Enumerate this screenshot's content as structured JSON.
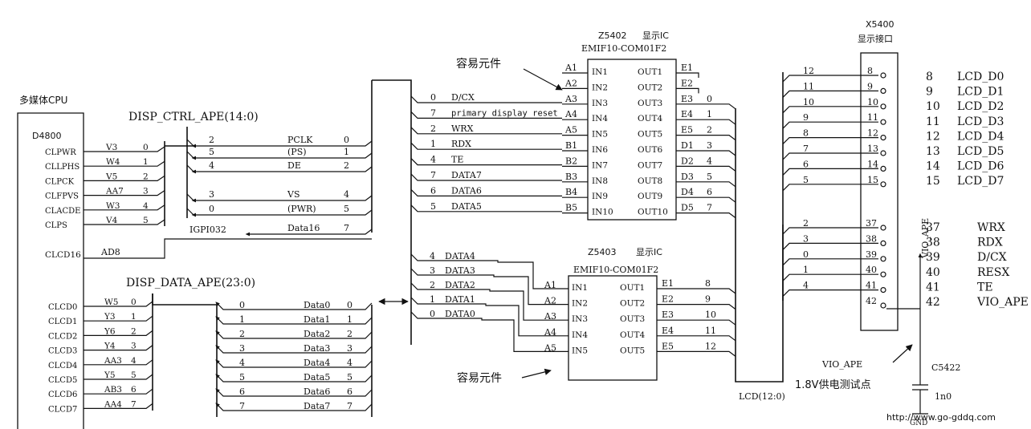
{
  "cpu": {
    "title": "多媒体CPU",
    "ref": "D4800",
    "ctrl_pins": [
      "CLPWR",
      "CLLPHS",
      "CLPCK",
      "CLFPVS",
      "CLACDE",
      "CLPS"
    ],
    "clcd16": "CLCD16",
    "data_pins": [
      "CLCD0",
      "CLCD1",
      "CLCD2",
      "CLCD3",
      "CLCD4",
      "CLCD5",
      "CLCD6",
      "CLCD7"
    ],
    "ctrl_balls": [
      "V3",
      "W4",
      "V5",
      "AA7",
      "W3",
      "V4"
    ],
    "ctrl_idx": [
      "0",
      "1",
      "2",
      "3",
      "4",
      "5"
    ],
    "ad8": "AD8",
    "data_balls": [
      "W5",
      "Y3",
      "Y6",
      "Y4",
      "AA3",
      "Y5",
      "AB3",
      "AA4"
    ],
    "data_idx": [
      "0",
      "1",
      "2",
      "3",
      "4",
      "5",
      "6",
      "7"
    ]
  },
  "ctrl_bus": {
    "name": "DISP_CTRL_APE(14:0)",
    "left_idx": [
      "2",
      "5",
      "4",
      "3",
      "0"
    ],
    "signals": [
      "PCLK",
      "(PS)",
      "DE",
      "VS",
      "(PWR)",
      "Data16"
    ],
    "right_idx": [
      "0",
      "1",
      "2",
      "4",
      "5",
      "7"
    ],
    "gpio": "IGPI032"
  },
  "data_bus": {
    "name": "DISP_DATA_APE(23:0)",
    "left_idx": [
      "0",
      "1",
      "2",
      "3",
      "4",
      "5",
      "6",
      "7"
    ],
    "signals": [
      "Data0",
      "Data1",
      "Data2",
      "Data3",
      "Data4",
      "Data5",
      "Data6",
      "Data7"
    ],
    "right_idx": [
      "0",
      "1",
      "2",
      "3",
      "4",
      "5",
      "6",
      "7"
    ]
  },
  "z5402": {
    "ref": "Z5402",
    "desc": "显示IC",
    "part": "EMIF10-COM01F2",
    "annot": "容易元件",
    "balls_in": [
      "A1",
      "A2",
      "A3",
      "A4",
      "A5",
      "B1",
      "B2",
      "B3",
      "B4",
      "B5"
    ],
    "ins": [
      "IN1",
      "IN2",
      "IN3",
      "IN4",
      "IN5",
      "IN6",
      "IN7",
      "IN8",
      "IN9",
      "IN10"
    ],
    "outs": [
      "OUT1",
      "OUT2",
      "OUT3",
      "OUT4",
      "OUT5",
      "OUT6",
      "OUT7",
      "OUT8",
      "OUT9",
      "OUT10"
    ],
    "balls_out": [
      "E1",
      "E2",
      "E3",
      "E4",
      "E5",
      "D1",
      "D2",
      "D3",
      "D4",
      "D5"
    ],
    "out_nums": [
      "0",
      "1",
      "2",
      "3",
      "4",
      "5",
      "6",
      "7"
    ],
    "net_idx": [
      "0",
      "7",
      "2",
      "1",
      "4",
      "7",
      "6",
      "5"
    ],
    "net_names": [
      "D/CX",
      "primary display reset",
      "WRX",
      "RDX",
      "TE",
      "DATA7",
      "DATA6",
      "DATA5"
    ]
  },
  "z5403": {
    "ref": "Z5403",
    "desc": "显示IC",
    "part": "EMIF10-COM01F2",
    "annot": "容易元件",
    "net_idx": [
      "4",
      "3",
      "2",
      "1",
      "0"
    ],
    "net_names": [
      "DATA4",
      "DATA3",
      "DATA2",
      "DATA1",
      "DATA0"
    ],
    "balls_in": [
      "A1",
      "A2",
      "A3",
      "A4",
      "A5"
    ],
    "ins": [
      "IN1",
      "IN2",
      "IN3",
      "IN4",
      "IN5"
    ],
    "outs": [
      "OUT1",
      "OUT2",
      "OUT3",
      "OUT4",
      "OUT5"
    ],
    "balls_out": [
      "E1",
      "E2",
      "E3",
      "E4",
      "E5"
    ],
    "out_nums": [
      "8",
      "9",
      "10",
      "11",
      "12"
    ]
  },
  "lcd_bus": "LCD(12:0)",
  "connector": {
    "ref": "X5400",
    "desc": "显示接口",
    "bus_idx_top": [
      "12",
      "11",
      "10",
      "9",
      "8",
      "7",
      "6",
      "5"
    ],
    "pins_top": [
      "8",
      "9",
      "10",
      "11",
      "12",
      "13",
      "14",
      "15"
    ],
    "bus_idx_bottom": [
      "2",
      "3",
      "0",
      "1",
      "4"
    ],
    "pins_bottom": [
      "37",
      "38",
      "39",
      "40",
      "41",
      "42"
    ],
    "vio_net": "VIO_APE"
  },
  "legend": [
    {
      "num": "8",
      "name": "LCD_D0"
    },
    {
      "num": "9",
      "name": "LCD_D1"
    },
    {
      "num": "10",
      "name": "LCD_D2"
    },
    {
      "num": "11",
      "name": "LCD_D3"
    },
    {
      "num": "12",
      "name": "LCD_D4"
    },
    {
      "num": "13",
      "name": "LCD_D5"
    },
    {
      "num": "14",
      "name": "LCD_D6"
    },
    {
      "num": "15",
      "name": "LCD_D7"
    },
    {
      "num": "37",
      "name": "WRX"
    },
    {
      "num": "38",
      "name": "RDX"
    },
    {
      "num": "39",
      "name": "D/CX"
    },
    {
      "num": "40",
      "name": "RESX"
    },
    {
      "num": "41",
      "name": "TE"
    },
    {
      "num": "42",
      "name": "VIO_APE"
    }
  ],
  "vio_point": {
    "net": "VIO_APE",
    "label": "1.8V供电测试点"
  },
  "cap": {
    "ref": "C5422",
    "value": "1n0"
  },
  "gnd": "GND",
  "watermark": "http://www.go-gddq.com"
}
